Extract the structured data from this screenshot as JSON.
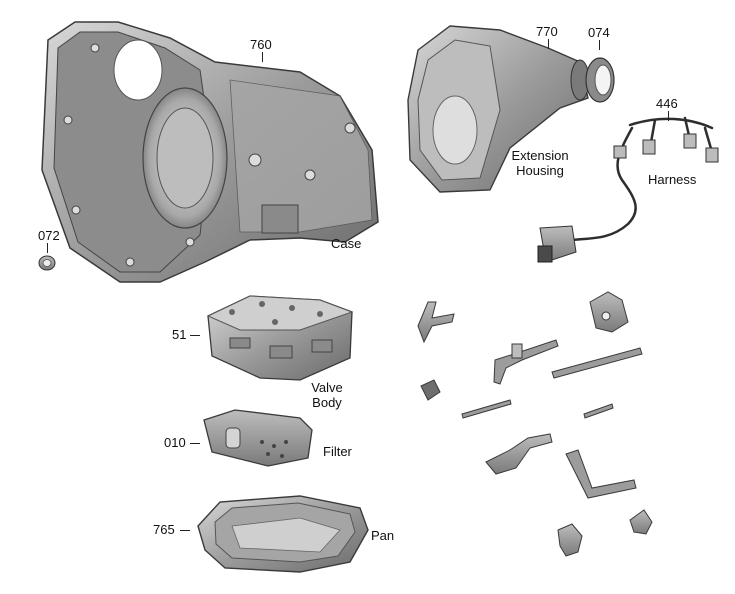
{
  "callouts": {
    "case_num": "760",
    "case_name": "Case",
    "ext_num": "770",
    "seal_num": "074",
    "ext_name_line1": "Extension",
    "ext_name_line2": "Housing",
    "harness_num": "446",
    "harness_name": "Harness",
    "bushing_num": "072",
    "valve_num": "51",
    "valve_name_line1": "Valve",
    "valve_name_line2": "Body",
    "filter_num": "010",
    "filter_name": "Filter",
    "pan_num": "765",
    "pan_name": "Pan"
  },
  "colors": {
    "metal_dark": "#6e6e6e",
    "metal_mid": "#9a9a9a",
    "metal_light": "#cfcfcf",
    "outline": "#3a3a3a"
  }
}
